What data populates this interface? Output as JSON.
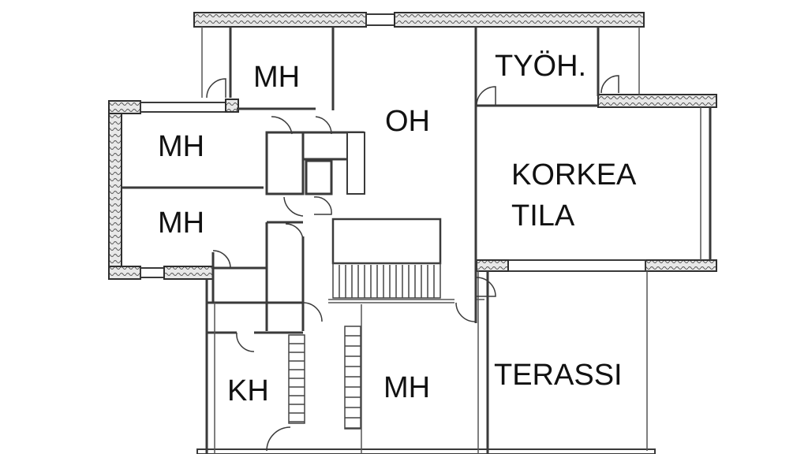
{
  "diagram": {
    "type": "floor-plan",
    "rooms": [
      {
        "id": "mh-top",
        "label": "MH"
      },
      {
        "id": "oh",
        "label": "OH"
      },
      {
        "id": "tyoh",
        "label": "TYÖH."
      },
      {
        "id": "mh-left-upper",
        "label": "MH"
      },
      {
        "id": "mh-left-lower",
        "label": "MH"
      },
      {
        "id": "korkea-tila",
        "label": "KORKEA\nTILA"
      },
      {
        "id": "kh",
        "label": "KH"
      },
      {
        "id": "mh-bottom",
        "label": "MH"
      },
      {
        "id": "terassi",
        "label": "TERASSI"
      }
    ],
    "colors": {
      "background": "#ffffff",
      "wall": "#3a3a3a",
      "text": "#111111"
    }
  }
}
